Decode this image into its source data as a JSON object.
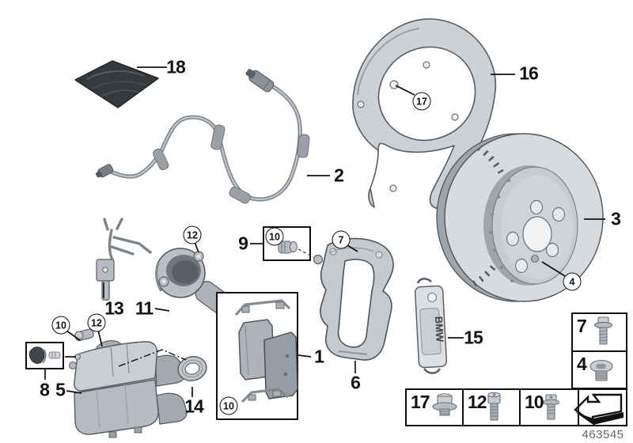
{
  "diagram": {
    "number": "463545",
    "bmw_text": "BMW",
    "callouts": {
      "n18": "18",
      "n2": "2",
      "n16": "16",
      "c17": "17",
      "n3": "3",
      "c4": "4",
      "n9": "9",
      "c10a": "10",
      "c7": "7",
      "n13": "13",
      "n11": "11",
      "c12a": "12",
      "c12b": "12",
      "c10b": "10",
      "n8": "8",
      "n5": "5",
      "n1": "1",
      "c10c": "10",
      "n6": "6",
      "n15": "15",
      "n14": "14"
    },
    "legend": {
      "right": [
        {
          "label": "7",
          "icon": "flange-bolt"
        },
        {
          "label": "4",
          "icon": "countersunk-plug-screw"
        }
      ],
      "bottom": [
        {
          "label": "17",
          "icon": "flange-nut"
        },
        {
          "label": "12",
          "icon": "socket-head-screw"
        },
        {
          "label": "10",
          "icon": "torx-flange-bolt"
        }
      ],
      "arrow_icon": "direction-of-travel-arrow"
    },
    "colors": {
      "line": "#1a1a1a",
      "part_fill": "#c9ced3",
      "part_shade": "#a8aeb4",
      "pouch": "#36393d",
      "background": "#ffffff"
    }
  }
}
